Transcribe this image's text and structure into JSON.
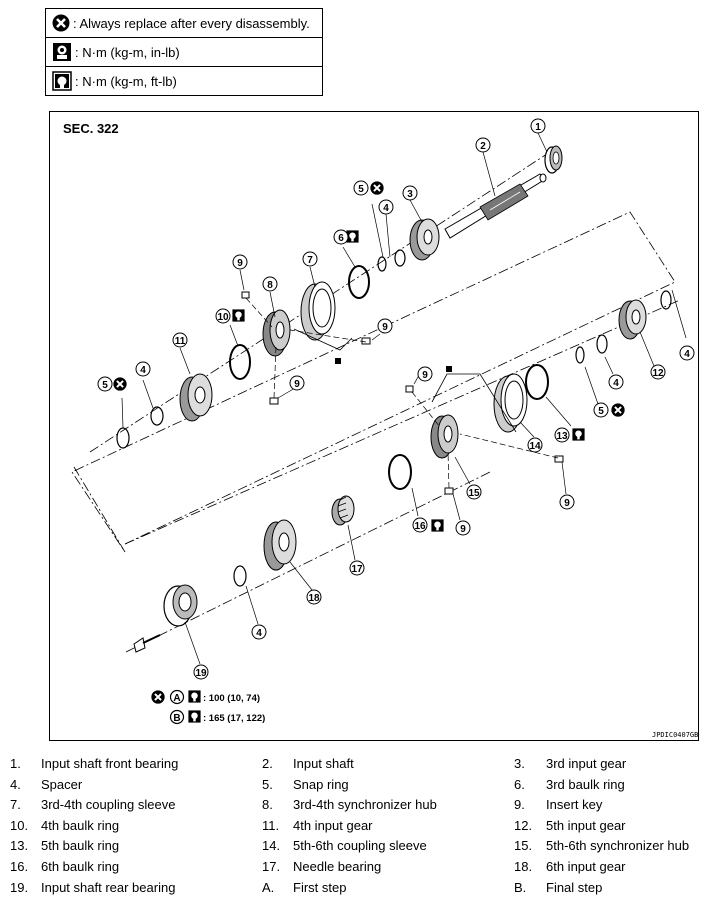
{
  "legend": {
    "replace": ": Always replace after every disassembly.",
    "torque_in_lb": ": N·m (kg-m, in-lb)",
    "torque_ft_lb": ": N·m (kg-m, ft-lb)"
  },
  "diagram": {
    "section": "SEC. 322",
    "image_code": "JPDIC0407GB",
    "callouts": {
      "c1": "1",
      "c2": "2",
      "c3": "3",
      "c4a": "4",
      "c4b": "4",
      "c4c": "4",
      "c4d": "4",
      "c4e": "4",
      "c5a": "5",
      "c5b": "5",
      "c5c": "5",
      "c6": "6",
      "c7": "7",
      "c8": "8",
      "c9a": "9",
      "c9b": "9",
      "c9c": "9",
      "c9d": "9",
      "c9e": "9",
      "c9f": "9",
      "c10": "10",
      "c11": "11",
      "c12": "12",
      "c13": "13",
      "c14": "14",
      "c15": "15",
      "c16": "16",
      "c17": "17",
      "c18": "18",
      "c19": "19"
    },
    "torque_table": {
      "row_a_label": "A",
      "row_a_value": ": 100 (10, 74)",
      "row_b_label": "B",
      "row_b_value": ": 165 (17, 122)"
    }
  },
  "parts": [
    [
      {
        "num": "1.",
        "label": "Input shaft front bearing"
      },
      {
        "num": "2.",
        "label": "Input shaft"
      },
      {
        "num": "3.",
        "label": "3rd input gear"
      }
    ],
    [
      {
        "num": "4.",
        "label": "Spacer"
      },
      {
        "num": "5.",
        "label": "Snap ring"
      },
      {
        "num": "6.",
        "label": "3rd baulk ring"
      }
    ],
    [
      {
        "num": "7.",
        "label": "3rd-4th coupling sleeve"
      },
      {
        "num": "8.",
        "label": "3rd-4th synchronizer hub"
      },
      {
        "num": "9.",
        "label": "Insert key"
      }
    ],
    [
      {
        "num": "10.",
        "label": "4th baulk ring"
      },
      {
        "num": "11.",
        "label": "4th input gear"
      },
      {
        "num": "12.",
        "label": "5th input gear"
      }
    ],
    [
      {
        "num": "13.",
        "label": "5th baulk ring"
      },
      {
        "num": "14.",
        "label": "5th-6th coupling sleeve"
      },
      {
        "num": "15.",
        "label": "5th-6th synchronizer hub"
      }
    ],
    [
      {
        "num": "16.",
        "label": "6th baulk ring"
      },
      {
        "num": "17.",
        "label": "Needle bearing"
      },
      {
        "num": "18.",
        "label": "6th input gear"
      }
    ],
    [
      {
        "num": "19.",
        "label": "Input shaft rear bearing"
      },
      {
        "num": "A.",
        "label": "First step"
      },
      {
        "num": "B.",
        "label": "Final step"
      }
    ]
  ],
  "icons": [
    "replace-icon",
    "torque-wrench-in-lb-icon",
    "torque-wrench-ft-lb-icon"
  ]
}
